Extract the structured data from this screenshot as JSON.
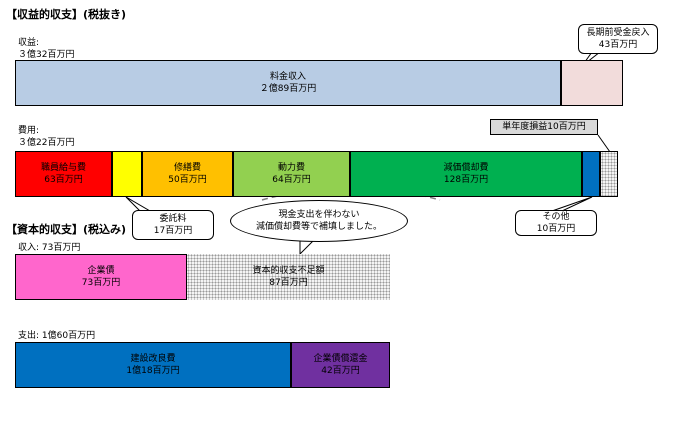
{
  "headings": {
    "income_section": "【収益的収支】(税抜き)",
    "capital_section": "【資本的収支】(税込み)"
  },
  "revenue": {
    "label": "収益:",
    "total": "３億32百万円",
    "main": {
      "name": "料金収入",
      "amount": "２億89百万円"
    },
    "deferred": {
      "name": "長期前受金戻入",
      "amount": "43百万円"
    }
  },
  "expenses": {
    "label": "費用:",
    "total": "３億22百万円",
    "items": [
      {
        "name": "職員給与費",
        "amount": "63百万円",
        "color": "#ff0000"
      },
      {
        "name": "委託料",
        "amount": "17百万円",
        "color": "#ffff00"
      },
      {
        "name": "修繕費",
        "amount": "50百万円",
        "color": "#ffc000"
      },
      {
        "name": "動力費",
        "amount": "64百万円",
        "color": "#92d050"
      },
      {
        "name": "減価償却費",
        "amount": "128百万円",
        "color": "#00b050"
      },
      {
        "name": "その他",
        "amount": "10百万円",
        "color": "#0070c0"
      }
    ],
    "profit_label": "単年度損益10百万円"
  },
  "capital_income": {
    "label": "収入: 73百万円",
    "bond": {
      "name": "企業債",
      "amount": "73百万円",
      "color": "#ff66cc"
    },
    "shortfall": {
      "name": "資本的収支不足額",
      "amount": "87百万円"
    }
  },
  "capital_expense": {
    "label": "支出: 1億60百万円",
    "construction": {
      "name": "建設改良費",
      "amount": "1億18百万円",
      "color": "#0070c0"
    },
    "repayment": {
      "name": "企業債償還金",
      "amount": "42百万円",
      "color": "#7030a0"
    }
  },
  "note": {
    "line1": "現金支出を伴わない",
    "line2": "減価償却費等で補填しました。"
  },
  "colors": {
    "revenue_main": "#b8cce4",
    "revenue_deferred": "#f2dcdb"
  }
}
